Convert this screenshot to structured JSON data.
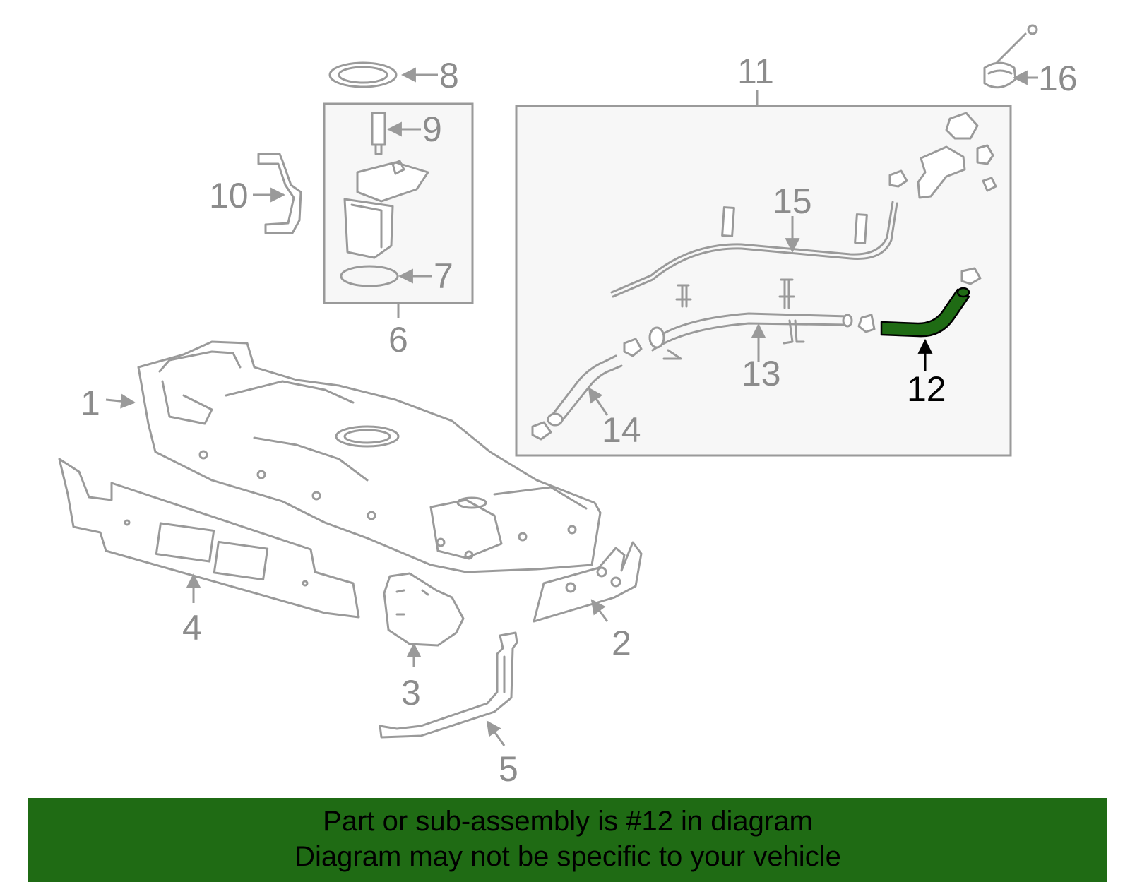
{
  "diagram": {
    "callouts": [
      {
        "id": "1",
        "label": "1"
      },
      {
        "id": "2",
        "label": "2"
      },
      {
        "id": "3",
        "label": "3"
      },
      {
        "id": "4",
        "label": "4"
      },
      {
        "id": "5",
        "label": "5"
      },
      {
        "id": "6",
        "label": "6"
      },
      {
        "id": "7",
        "label": "7"
      },
      {
        "id": "8",
        "label": "8"
      },
      {
        "id": "9",
        "label": "9"
      },
      {
        "id": "10",
        "label": "10"
      },
      {
        "id": "11",
        "label": "11"
      },
      {
        "id": "12",
        "label": "12"
      },
      {
        "id": "13",
        "label": "13"
      },
      {
        "id": "14",
        "label": "14"
      },
      {
        "id": "15",
        "label": "15"
      },
      {
        "id": "16",
        "label": "16"
      }
    ],
    "highlighted_part": "12",
    "colors": {
      "highlight": "#1f6b14",
      "line_art": "#9a9a9a",
      "banner_background": "#1f6b14",
      "banner_text": "#000000"
    }
  },
  "banner": {
    "line1": "Part or sub-assembly is #12 in diagram",
    "line2": "Diagram may not be specific to your vehicle"
  }
}
